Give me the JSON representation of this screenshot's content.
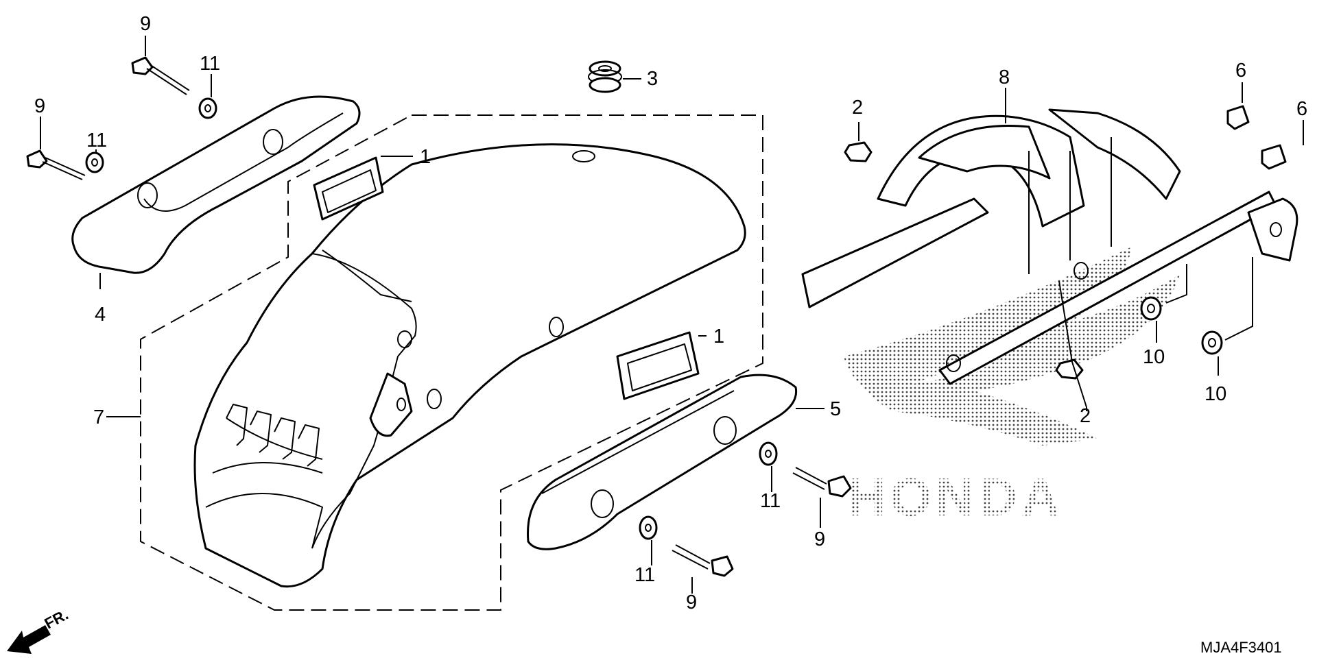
{
  "diagram": {
    "callouts": {
      "c1a": "1",
      "c1b": "1",
      "c2a": "2",
      "c2b": "2",
      "c3": "3",
      "c4": "4",
      "c5": "5",
      "c6a": "6",
      "c6b": "6",
      "c7": "7",
      "c8": "8",
      "c9a": "9",
      "c9b": "9",
      "c9c": "9",
      "c9d": "9",
      "c10a": "10",
      "c10b": "10",
      "c11a": "11",
      "c11b": "11",
      "c11c": "11",
      "c11d": "11"
    },
    "direction_label": "FR.",
    "watermark": "HONDA",
    "drawing_code": "MJA4F3401"
  }
}
